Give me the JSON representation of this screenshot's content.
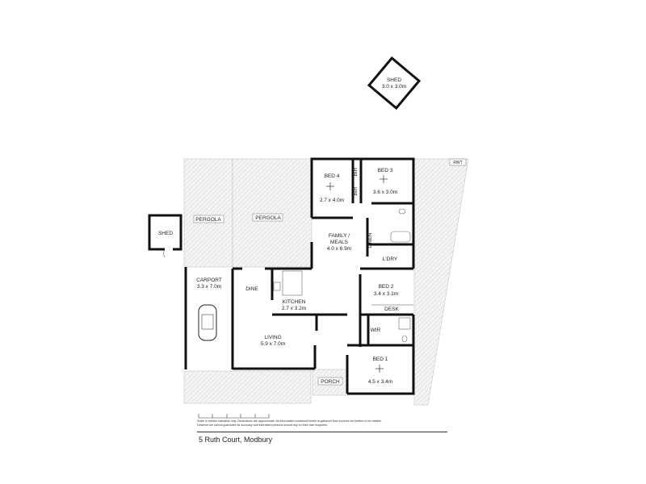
{
  "plan": {
    "rooms": {
      "shed_top": {
        "name": "SHED",
        "size": "3.0 x 3.0m"
      },
      "shed_left": {
        "name": "SHED"
      },
      "pergola_1": {
        "name": "PERGOLA"
      },
      "pergola_2": {
        "name": "PERGOLA"
      },
      "carport": {
        "name": "CARPORT",
        "size": "3.3 x 7.0m"
      },
      "dine": {
        "name": "DINE"
      },
      "kitchen": {
        "name": "KITCHEN",
        "size": "2.7 x 3.2m"
      },
      "living": {
        "name": "LIVING",
        "size": "5.9 x 7.0m"
      },
      "family": {
        "name1": "FAMILY /",
        "name2": "MEALS",
        "size": "4.0 x 6.9m"
      },
      "bed4": {
        "name": "BED 4",
        "size": "2.7 x 4.0m"
      },
      "bed3": {
        "name": "BED 3",
        "size": "3.6 x 3.0m"
      },
      "bir1": {
        "name": "BIR"
      },
      "bir2": {
        "name": "BIR"
      },
      "linen": {
        "name": "LINEN"
      },
      "laundry": {
        "name": "L'DRY"
      },
      "bed2": {
        "name": "BED 2",
        "size": "3.4 x 3.1m"
      },
      "desk": {
        "name": "DESK"
      },
      "wir": {
        "name": "WIR"
      },
      "bed1": {
        "name": "BED 1",
        "size": "4.5 x 3.4m"
      },
      "porch": {
        "name": "PORCH"
      },
      "rwt": {
        "name": "RWT"
      }
    },
    "scale_ticks": [
      "0",
      "1",
      "2",
      "3",
      "4",
      "5"
    ]
  },
  "footer": {
    "disclaimer": "Scale in metres indicative only. Dimensions are approximate. All information contained herein is gathered from sources we believe to be reliable. However we cannot guarantee its accuracy and interested persons should rely on their own enquiries",
    "address": "5 Ruth Court, Modbury"
  }
}
